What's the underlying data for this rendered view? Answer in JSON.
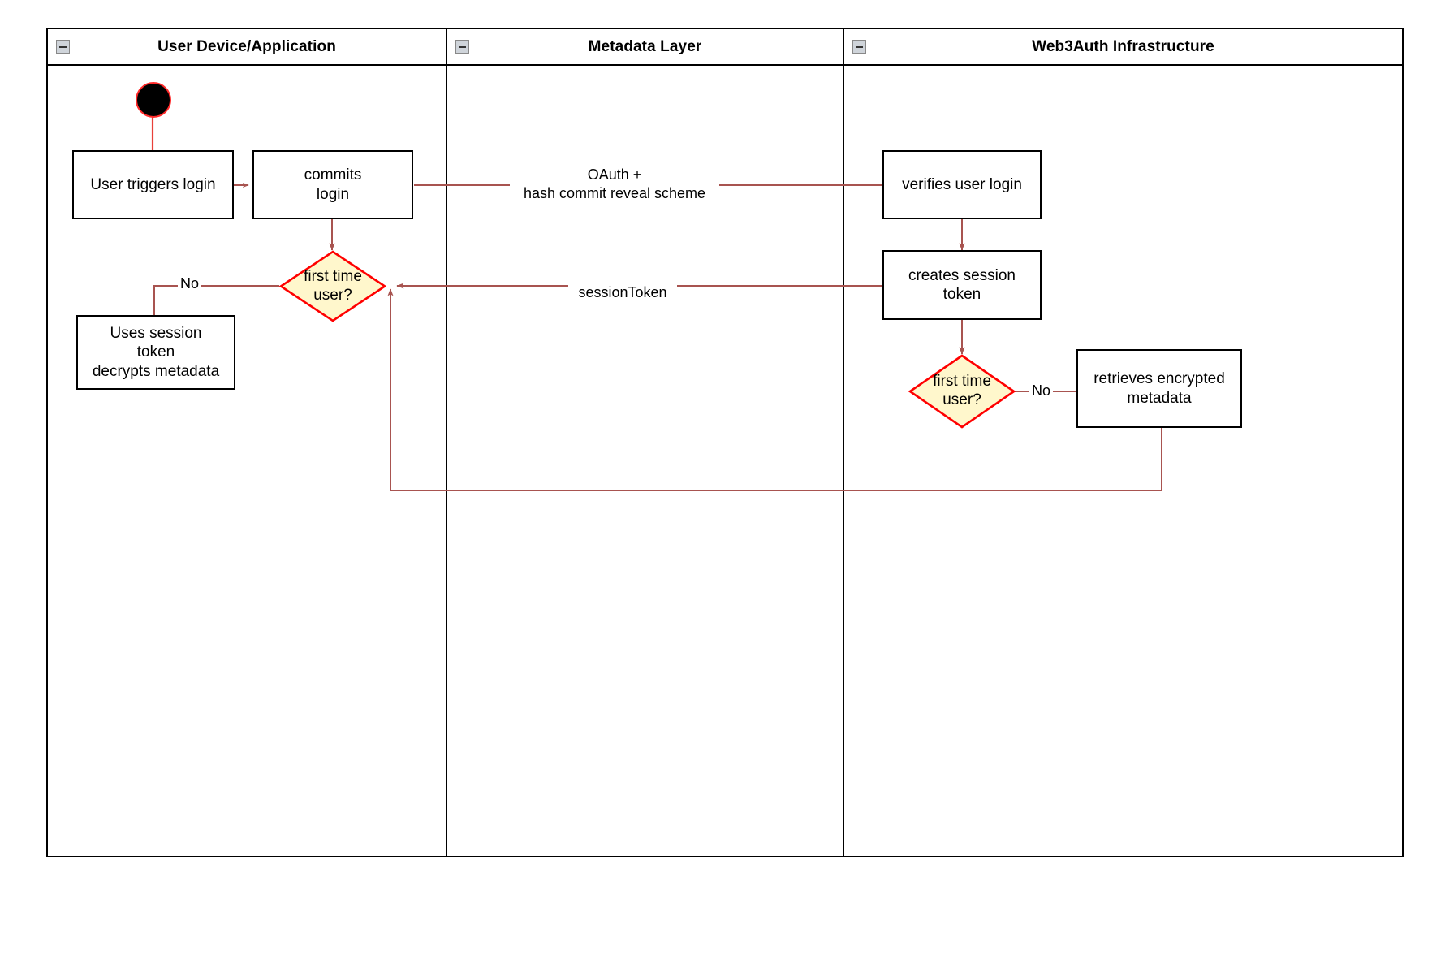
{
  "diagram": {
    "type": "swimlane-activity-diagram",
    "title_present": false,
    "colors": {
      "edge": "#a85450",
      "decision_stroke": "#ff0000",
      "decision_fill": "#fff7cc",
      "node_stroke": "#000000",
      "start_node_fill": "#000000",
      "start_node_ring": "#ff2a2a",
      "lane_border": "#000000",
      "collapse_button": "#cfd4da"
    },
    "lanes": [
      {
        "id": "lane-user-device",
        "label": "User Device/Application",
        "collapse_icon": "collapse-minus-icon"
      },
      {
        "id": "lane-metadata",
        "label": "Metadata Layer",
        "collapse_icon": "collapse-minus-icon"
      },
      {
        "id": "lane-web3auth",
        "label": "Web3Auth Infrastructure",
        "collapse_icon": "collapse-minus-icon"
      }
    ],
    "nodes": [
      {
        "id": "start",
        "lane": "lane-user-device",
        "shape": "initial-node",
        "label": ""
      },
      {
        "id": "user-triggers-login",
        "lane": "lane-user-device",
        "shape": "activity",
        "label": "User triggers login"
      },
      {
        "id": "commits-login",
        "lane": "lane-user-device",
        "shape": "activity",
        "label": "commits\nlogin",
        "line1": "commits",
        "line2": "login"
      },
      {
        "id": "first-time-user-left",
        "lane": "lane-user-device",
        "shape": "decision",
        "label": "first time\nuser?",
        "line1": "first time",
        "line2": "user?"
      },
      {
        "id": "uses-session-token",
        "lane": "lane-user-device",
        "shape": "activity",
        "label": "Uses session\ntoken\ndecrypts metadata",
        "line1": "Uses session",
        "line2": "token",
        "line3": "decrypts metadata"
      },
      {
        "id": "verifies-user-login",
        "lane": "lane-web3auth",
        "shape": "activity",
        "label": "verifies user login"
      },
      {
        "id": "creates-session-token",
        "lane": "lane-web3auth",
        "shape": "activity",
        "label": "creates session\ntoken",
        "line1": "creates session",
        "line2": "token"
      },
      {
        "id": "first-time-user-right",
        "lane": "lane-web3auth",
        "shape": "decision",
        "label": "first time\nuser?",
        "line1": "first time",
        "line2": "user?"
      },
      {
        "id": "retrieves-encrypted-metadata",
        "lane": "lane-web3auth",
        "shape": "activity",
        "label": "retrieves encrypted\nmetadata",
        "line1": "retrieves encrypted",
        "line2": "metadata"
      }
    ],
    "edge_labels": {
      "oauth_line1": "OAuth +",
      "oauth_line2": "hash commit reveal scheme",
      "session_token": "sessionToken",
      "no_left": "No",
      "no_right": "No"
    }
  }
}
